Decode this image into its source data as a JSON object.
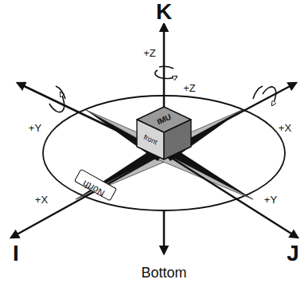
{
  "diagram": {
    "nodes": [
      {
        "text": [
          "IMU",
          "front"
        ]
      },
      {
        "text": [
          "North"
        ]
      }
    ],
    "labels": [
      "K",
      "+Z",
      "+Z",
      "+Y",
      "+X",
      "+X",
      "+Y",
      "I",
      "J",
      "Bottom"
    ]
  }
}
